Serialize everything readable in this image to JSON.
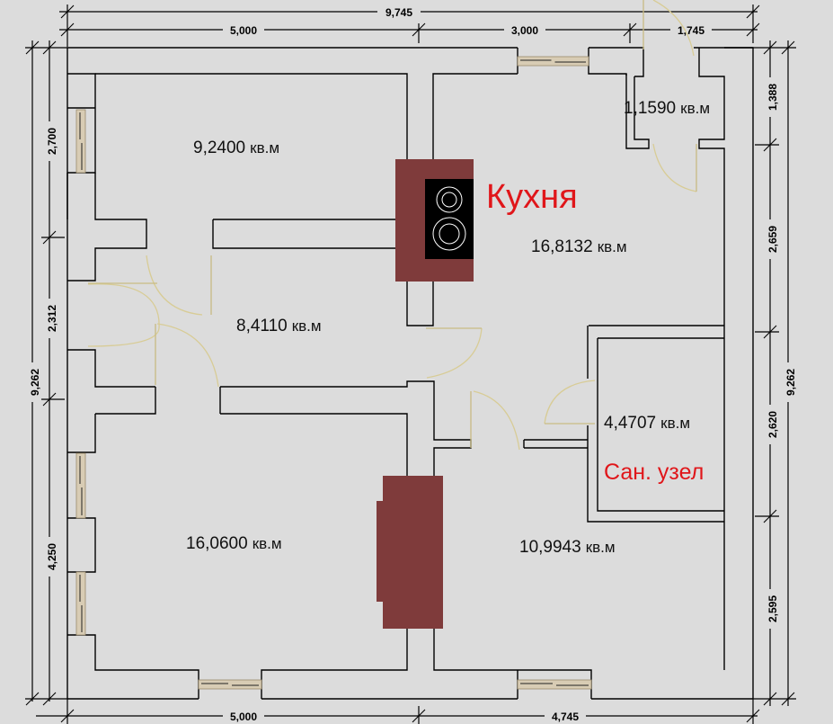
{
  "title": "План дома",
  "colors": {
    "background": "#dcdcdc",
    "wall_stroke": "#000000",
    "stove": "#7f3b3b",
    "hob": "#000000",
    "red_label": "#e0161a",
    "door_arc": "#d8cc96"
  },
  "dimensions": {
    "top_total": "9,745",
    "top_segments": [
      "5,000",
      "3,000",
      "1,745"
    ],
    "bottom_segments": [
      "5,000",
      "4,745"
    ],
    "left_total": "9,262",
    "left_segments": [
      "2,700",
      "2,312",
      "4,250"
    ],
    "right_total": "9,262",
    "right_segments": [
      "1,388",
      "2,659",
      "2,620",
      "2,595"
    ]
  },
  "rooms": [
    {
      "id": "room-top-left",
      "area": "9,2400",
      "unit": "кв.м"
    },
    {
      "id": "room-hall",
      "area": "8,4110",
      "unit": "кв.м"
    },
    {
      "id": "room-bottom-left",
      "area": "16,0600",
      "unit": "кв.м"
    },
    {
      "id": "room-vestibule",
      "area": "1,1590",
      "unit": "кв.м"
    },
    {
      "id": "room-kitchen",
      "area": "16,8132",
      "unit": "кв.м",
      "label": "Кухня"
    },
    {
      "id": "room-bathroom",
      "area": "4,4707",
      "unit": "кв.м",
      "label": "Сан. узел"
    },
    {
      "id": "room-bottom-right",
      "area": "10,9943",
      "unit": "кв.м"
    }
  ]
}
